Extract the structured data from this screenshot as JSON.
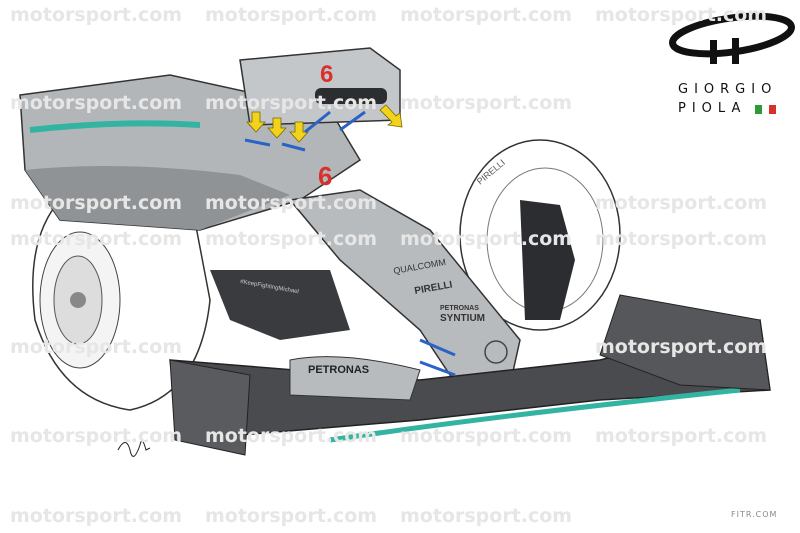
{
  "watermark": {
    "text": "motorsport.com"
  },
  "logo": {
    "line1": "GIORGIO",
    "line2": "PIOLA",
    "flag_colors": [
      "#2e9b3b",
      "#ffffff",
      "#d9302c"
    ]
  },
  "car": {
    "race_number": "6",
    "sponsors": {
      "qualcomm": "QUALCOMM",
      "pirelli": "PIRELLI",
      "petronas_syntium_1": "PETRONAS",
      "petronas_syntium_2": "SYNTIUM",
      "front_wing": "PETRONAS",
      "hashtag": "#KeepFightingMichael",
      "tyre": "PIRELLI"
    },
    "colors": {
      "body": "#a9acae",
      "teal": "#33b3a1",
      "dark": "#2c2d30",
      "arrow_blue": "#2a63c6",
      "arrow_yellow": "#f2d21b",
      "number_red": "#d9302c"
    }
  },
  "credit": {
    "site": "FITR.COM"
  }
}
